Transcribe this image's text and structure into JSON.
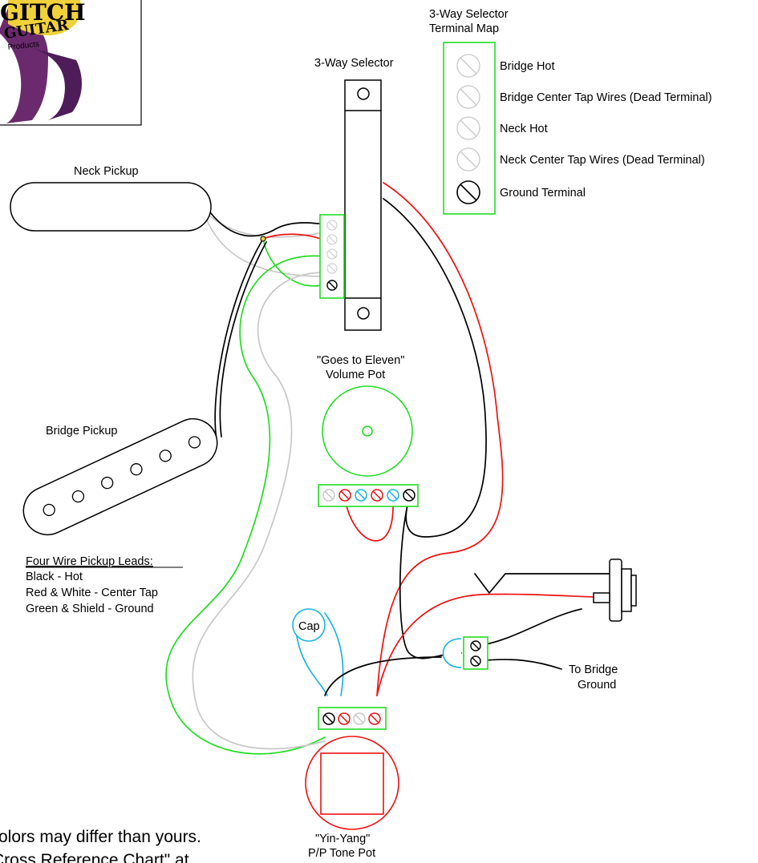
{
  "labels": {
    "terminal_map_title_1": "3-Way Selector",
    "terminal_map_title_2": "Terminal Map",
    "selector_title": "3-Way Selector",
    "neck_pickup": "Neck Pickup",
    "bridge_pickup": "Bridge Pickup",
    "volume_pot_1": "\"Goes to Eleven\"",
    "volume_pot_2": "Volume Pot",
    "tone_pot_1": "\"Yin-Yang\"",
    "tone_pot_2": "P/P Tone Pot",
    "cap": "Cap",
    "to_bridge_ground_1": "To Bridge",
    "to_bridge_ground_2": "Ground",
    "logo_text_1": "GITCH",
    "logo_text_2": "GUITAR",
    "logo_text_3": "Products"
  },
  "terminal_map": [
    {
      "label": "Bridge Hot"
    },
    {
      "label": "Bridge Center Tap Wires (Dead Terminal)"
    },
    {
      "label": "Neck Hot"
    },
    {
      "label": "Neck Center Tap Wires (Dead Terminal)"
    },
    {
      "label": "Ground Terminal"
    }
  ],
  "legend": {
    "heading": "Four Wire Pickup Leads:",
    "lines": [
      "Black - Hot",
      "Red & White - Center Tap",
      "Green & Shield - Ground"
    ]
  },
  "footer": {
    "line1": "olors may differ than yours.",
    "line2": "Cross Reference Chart\" at"
  },
  "colors": {
    "green": "#22dd22",
    "red": "#ee1111",
    "blue": "#1ab3e8",
    "grey": "#c8c8c8",
    "black": "#000000"
  }
}
